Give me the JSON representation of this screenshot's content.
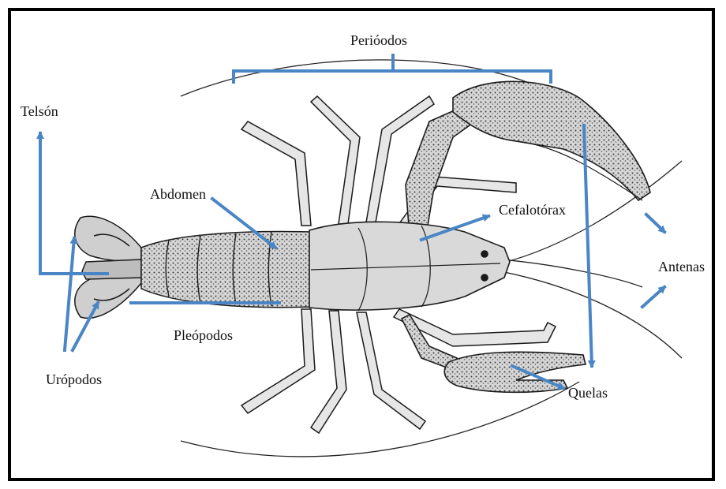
{
  "diagram": {
    "labels": {
      "pereiopods": "Perióodos",
      "telson": "Telsón",
      "abdomen": "Abdomen",
      "cephalothorax": "Cefalotórax",
      "antennae": "Antenas",
      "pleopods": "Pleópodos",
      "uropods": "Urópodos",
      "chelae": "Quelas"
    },
    "colors": {
      "annotation": "#4a86c5",
      "ink": "#1a1a1a",
      "shade": "#8c8c8c",
      "frame": "#000000"
    }
  }
}
